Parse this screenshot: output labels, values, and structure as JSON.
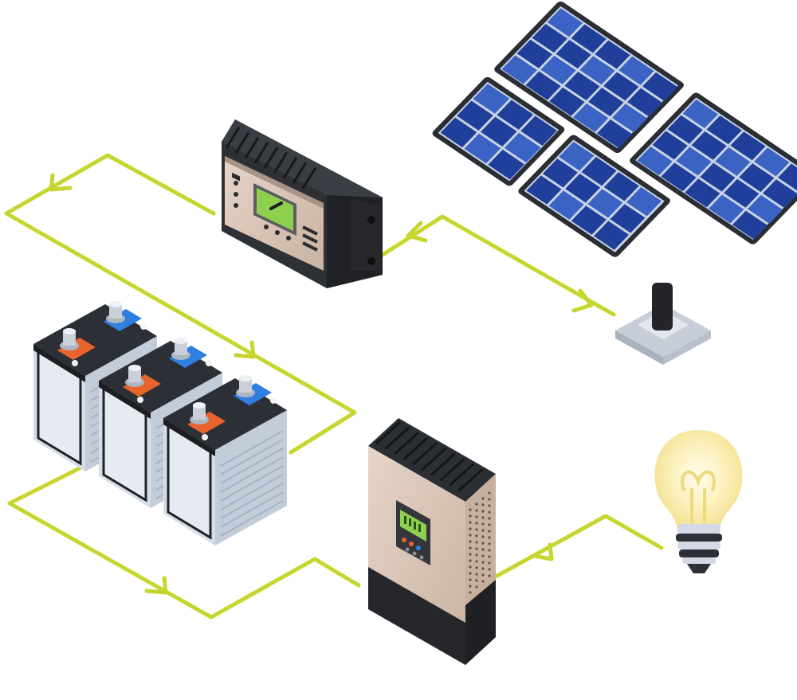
{
  "colors": {
    "wire": "#c7d62f",
    "panel_cell": "#1f3f9a",
    "panel_cell_light": "#3b63c4",
    "panel_frame": "#2a2d33",
    "device_dark": "#26282c",
    "device_beige": "#d8c3b3",
    "battery_body": "#d6dde8",
    "battery_top": "#2c2f35",
    "terminal_positive": "#2f7fe0",
    "terminal_negative": "#e8642c",
    "lcd_green": "#8fd14f",
    "bulb_glow": "#fdf3c4",
    "stand_base": "#d9dde4"
  },
  "components": [
    {
      "id": "solar-panel",
      "icon": "solar-panel-icon"
    },
    {
      "id": "charge-controller",
      "icon": "charge-controller-icon"
    },
    {
      "id": "battery-bank",
      "icon": "battery-icon"
    },
    {
      "id": "inverter",
      "icon": "inverter-icon"
    },
    {
      "id": "light-bulb",
      "icon": "light-bulb-icon"
    }
  ],
  "connections": [
    {
      "from": "solar-panel",
      "to": "charge-controller"
    },
    {
      "from": "charge-controller",
      "to": "battery-bank"
    },
    {
      "from": "battery-bank",
      "to": "inverter"
    },
    {
      "from": "inverter",
      "to": "light-bulb"
    }
  ]
}
